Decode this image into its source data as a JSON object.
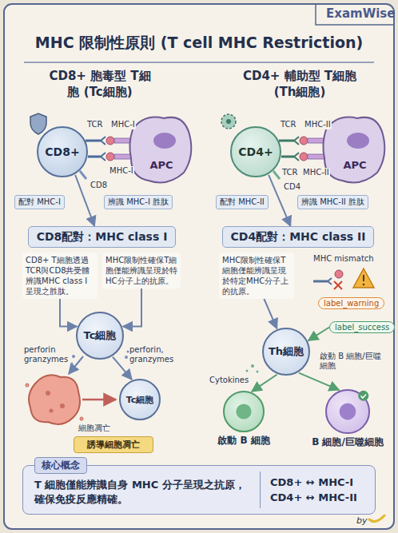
{
  "diagram": {
    "title": "MHC 限制性原則 (T cell MHC Restriction)",
    "nodes": [
      {
        "text": [
          "CD8+"
        ]
      },
      {
        "text": [
          "APC"
        ]
      },
      {
        "text": [
          "CD8配對：MHC class I"
        ]
      },
      {
        "text": [
          "CD8+ T細胞透過TCR與CD8共受體辨識MHC class I呈現之胜肽。"
        ]
      },
      {
        "text": [
          "MHC限制性確保T細胞僅能辨識呈現於特HC分子上的抗原。"
        ]
      },
      {
        "text": [
          "Tc細胞"
        ]
      },
      {
        "text": [
          "Tc細胞"
        ]
      },
      {
        "text": [
          "誘導細胞凋亡"
        ]
      },
      {
        "text": [
          "CD4+"
        ]
      },
      {
        "text": [
          "APC"
        ]
      },
      {
        "text": [
          "CD4配對：MHC class II"
        ]
      },
      {
        "text": [
          "MHC限制性確保T細胞僅能辨識呈現於特定MHC分子上的抗原。"
        ]
      },
      {
        "text": [
          "label_warning"
        ]
      },
      {
        "text": [
          "label_success"
        ]
      },
      {
        "text": [
          "Th細胞"
        ]
      },
      {
        "text": [
          "啟動 B 細胞"
        ]
      },
      {
        "text": [
          "B 細胞/巨噬細胞"
        ]
      },
      {
        "text": [
          "核心概念",
          "T 細胞僅能辨識自身 MHC 分子呈現之抗原，確保免疫反應精確。"
        ]
      },
      {
        "text": [
          "CD8+ ↔ MHC-I",
          "CD4+ ↔ MHC-II"
        ],
        "in": 17
      }
    ],
    "edges": [
      {
        "from": 0,
        "to": 2,
        "arrow": "to"
      },
      {
        "from": 3,
        "to": 5,
        "arrow": "to"
      },
      {
        "from": 4,
        "to": 5,
        "arrow": "to"
      },
      {
        "from": 5,
        "to": 6,
        "arrow": "to"
      },
      {
        "from": 8,
        "to": 10,
        "arrow": "to"
      },
      {
        "from": 11,
        "to": 14,
        "arrow": "to"
      },
      {
        "from": 13,
        "to": 14,
        "arrow": "to"
      },
      {
        "from": 14,
        "to": 15,
        "arrow": "to"
      },
      {
        "from": 14,
        "to": 16,
        "arrow": "to"
      }
    ],
    "labels": [
      "ExamWise",
      "CD8+ 胞毒型 T細胞 (Tc細胞)",
      "CD4+ 輔助型 T細胞 (Th細胞)",
      "TCR",
      "MHC-I",
      "MHC-I",
      "CD8",
      "配對 MHC-I",
      "辨識 MHC-I 胜肽",
      "TCR",
      "MHC-II",
      "TCR",
      "MHC-II",
      "CD4",
      "配對 MHC-II",
      "辨識 MHC-II 胜肽",
      "perforin granzymes",
      "perforin, granzymes",
      "細胞凋亡",
      "MHC mismatch",
      "Cytokines",
      "啟動 B 細胞/巨噬細胞",
      "by"
    ]
  }
}
